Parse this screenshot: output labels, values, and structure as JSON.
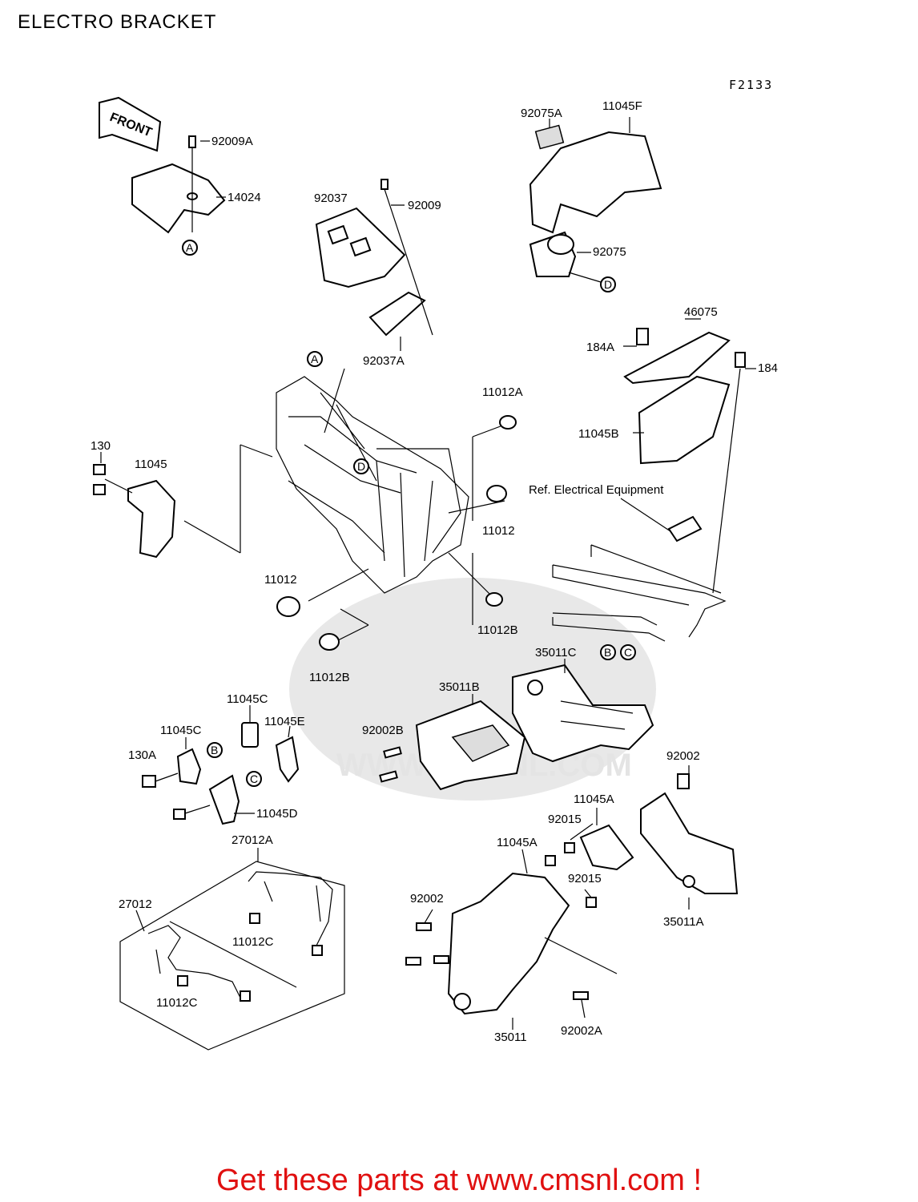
{
  "title": "ELECTRO BRACKET",
  "figure_number": "F2133",
  "front_arrow_label": "FRONT",
  "reference_note": "Ref. Electrical Equipment",
  "watermark_text": "WWW.CMSNL.COM",
  "footer_text": "Get these parts at www.cmsnl.com !",
  "colors": {
    "footer": "#e01010",
    "linework": "#000000",
    "watermark": "#e6e6e6"
  },
  "part_labels": {
    "p92009A": "92009A",
    "p14024": "14024",
    "p92037": "92037",
    "p92009": "92009",
    "p92037A": "92037A",
    "p92075A": "92075A",
    "p11045F": "11045F",
    "p92075": "92075",
    "p46075": "46075",
    "p184A": "184A",
    "p184": "184",
    "p11045B": "11045B",
    "p11012A": "11012A",
    "p130": "130",
    "p11045": "11045",
    "p11012_right": "11012",
    "p11012_left": "11012",
    "p11012B_right": "11012B",
    "p11012B_left": "11012B",
    "p35011C": "35011C",
    "p35011B": "35011B",
    "p11045C_top": "11045C",
    "p11045C_left": "11045C",
    "p11045E": "11045E",
    "p92002B": "92002B",
    "p130A": "130A",
    "p11045D": "11045D",
    "p92002_right": "92002",
    "p11045A_top": "11045A",
    "p92015_top": "92015",
    "p11045A_mid": "11045A",
    "p92015_mid": "92015",
    "p92002_mid": "92002",
    "p35011A": "35011A",
    "p35011": "35011",
    "p92002A": "92002A",
    "p27012A": "27012A",
    "p27012": "27012",
    "p11012C_top": "11012C",
    "p11012C_bottom": "11012C"
  },
  "reference_marks": {
    "a": "A",
    "b": "B",
    "c": "C",
    "d": "D"
  }
}
